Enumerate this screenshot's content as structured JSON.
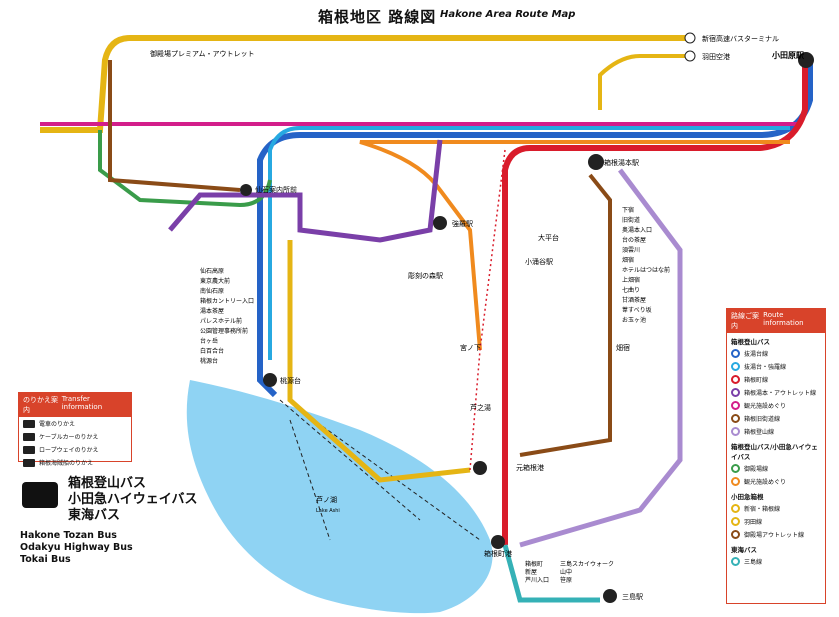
{
  "header": {
    "title": "箱根地区 路線図",
    "subtitle": "Hakone Area Route Map"
  },
  "colors": {
    "yellow": "#e5b514",
    "blue": "#2563c7",
    "red": "#d91c2b",
    "orange": "#f08a1e",
    "green": "#3a9c4a",
    "purple": "#7a3fa8",
    "magenta": "#d31e8a",
    "cyan": "#27a9e1",
    "brown": "#8a4b17",
    "lavender": "#a98bd0",
    "teal": "#35b1b6",
    "lake": "#8fd3f3"
  },
  "hubs": {
    "shinjuku": "新宿高速バスターミナル",
    "haneda": "羽田空港",
    "odawara": "小田原駅",
    "premium_outlet": "御殿場プレミアム・アウトレット",
    "sengoku": "仙石案内所前",
    "hakone_yumoto": "箱根湯本駅",
    "gora": "強羅駅",
    "chokokunomori": "彫刻の森駅",
    "kowakidani": "小涌谷駅",
    "ohiradai": "大平台",
    "miyanoshita": "宮ノ下",
    "moto_hakone": "元箱根港",
    "hakone_machi": "箱根町港",
    "togendai": "桃源台",
    "mishima": "三島駅",
    "hatajuku": "畑宿",
    "ashinoyu": "芦之湯",
    "ashinoko": "芦ノ湖",
    "lake_en": "Lake Ashi"
  },
  "stops_left": [
    "仙石高原",
    "東京農大前",
    "南仙石原",
    "箱根カントリー入口",
    "湯本茶屋",
    "パレスホテル前",
    "公園管理事務所前",
    "台ヶ岳",
    "白百合台",
    "桃源台"
  ],
  "stops_right": [
    "下宿",
    "旧街道",
    "奥湯本入口",
    "台の茶屋",
    "須雲川",
    "畑宿",
    "ホテルはつはな前",
    "上畑宿",
    "七曲り",
    "甘酒茶屋",
    "葦すべり坂",
    "お玉ヶ池"
  ],
  "stops_south": [
    "箱根町",
    "新屋",
    "芦川入口",
    "三島スカイウォーク",
    "山中",
    "笹原"
  ],
  "transfer": {
    "heading": "のりかえ案内",
    "heading_en": "Transfer information",
    "items": [
      "電車のりかえ",
      "ケーブルカーのりかえ",
      "ロープウェイのりかえ",
      "箱根海賊船のりかえ"
    ]
  },
  "bus": {
    "jp": [
      "箱根登山バス",
      "小田急ハイウェイバス",
      "東海バス"
    ],
    "en": [
      "Hakone Tozan Bus",
      "Odakyu Highway Bus",
      "Tokai Bus"
    ]
  },
  "legend": {
    "heading": "路線ご案内",
    "heading_en": "Route information",
    "sections": [
      {
        "title": "箱根登山バス",
        "rows": [
          {
            "code": "T",
            "label": "抜湯台線",
            "color": "#2563c7"
          },
          {
            "code": "M",
            "label": "抜湯台・強羅線",
            "color": "#27a9e1"
          },
          {
            "code": "H",
            "label": "箱根町線",
            "color": "#d91c2b"
          },
          {
            "code": "Z",
            "label": "箱根湯本・アウトレット線",
            "color": "#7a3fa8"
          },
          {
            "code": "S",
            "label": "観光施設めぐり",
            "color": "#d31e8a"
          },
          {
            "code": "K",
            "label": "箱根旧街道線",
            "color": "#8a4b17"
          },
          {
            "code": "R",
            "label": "箱根登山線",
            "color": "#a98bd0"
          }
        ]
      },
      {
        "title": "箱根登山バス/小田急ハイウェイバス",
        "rows": [
          {
            "code": "G",
            "label": "御殿場線",
            "color": "#3a9c4a"
          },
          {
            "code": "A",
            "label": "観光施設めぐり",
            "color": "#f08a1e"
          }
        ]
      },
      {
        "title": "小田急箱根",
        "rows": [
          {
            "code": "W",
            "label": "新宿・箱根線",
            "color": "#e5b514"
          },
          {
            "code": "V",
            "label": "羽田線",
            "color": "#e5b514"
          },
          {
            "code": "P",
            "label": "御殿場アウトレット線",
            "color": "#8a4b17"
          }
        ]
      },
      {
        "title": "東海バス",
        "rows": [
          {
            "code": "N",
            "label": "三島線",
            "color": "#35b1b6"
          }
        ]
      }
    ]
  }
}
